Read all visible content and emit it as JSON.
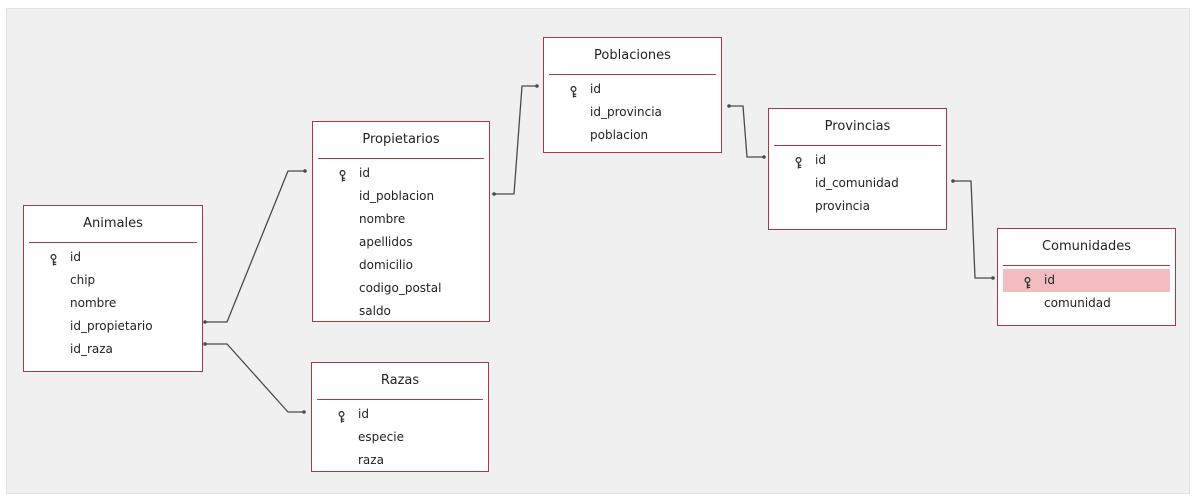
{
  "colors": {
    "canvas_background": "#f0f0f0",
    "table_border": "#a23a47",
    "selected_field": "#f3bcc0",
    "relation_line": "#4a4a4a"
  },
  "icons": {
    "primary_key": "key-icon"
  },
  "tables": {
    "animales": {
      "title": "Animales",
      "fields": [
        "id",
        "chip",
        "nombre",
        "id_propietario",
        "id_raza"
      ],
      "primary_key": "id"
    },
    "propietarios": {
      "title": "Propietarios",
      "fields": [
        "id",
        "id_poblacion",
        "nombre",
        "apellidos",
        "domicilio",
        "codigo_postal",
        "saldo"
      ],
      "primary_key": "id"
    },
    "razas": {
      "title": "Razas",
      "fields": [
        "id",
        "especie",
        "raza"
      ],
      "primary_key": "id"
    },
    "poblaciones": {
      "title": "Poblaciones",
      "fields": [
        "id",
        "id_provincia",
        "poblacion"
      ],
      "primary_key": "id"
    },
    "provincias": {
      "title": "Provincias",
      "fields": [
        "id",
        "id_comunidad",
        "provincia"
      ],
      "primary_key": "id"
    },
    "comunidades": {
      "title": "Comunidades",
      "fields": [
        "id",
        "comunidad"
      ],
      "primary_key": "id",
      "selected_field": "id"
    }
  },
  "relationships": [
    {
      "from_table": "animales",
      "from_field": "id_propietario",
      "to_table": "propietarios",
      "to_field": "id"
    },
    {
      "from_table": "animales",
      "from_field": "id_raza",
      "to_table": "razas",
      "to_field": "id"
    },
    {
      "from_table": "propietarios",
      "from_field": "id_poblacion",
      "to_table": "poblaciones",
      "to_field": "id"
    },
    {
      "from_table": "poblaciones",
      "from_field": "id_provincia",
      "to_table": "provincias",
      "to_field": "id"
    },
    {
      "from_table": "provincias",
      "from_field": "id_comunidad",
      "to_table": "comunidades",
      "to_field": "id"
    }
  ]
}
